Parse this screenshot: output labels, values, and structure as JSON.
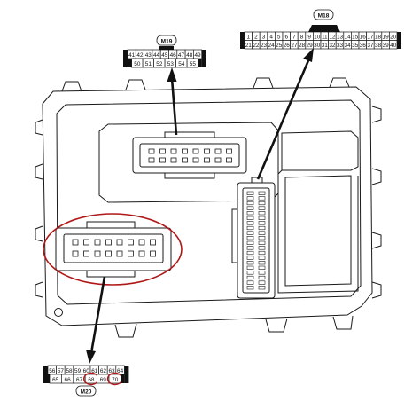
{
  "connectors": {
    "m18": {
      "name": "M18",
      "row_top": [
        "1",
        "2",
        "3",
        "4",
        "5",
        "6",
        "7",
        "8",
        "9",
        "10",
        "11",
        "12",
        "13",
        "14",
        "15",
        "16",
        "17",
        "18",
        "19",
        "20"
      ],
      "row_bottom": [
        "21",
        "22",
        "23",
        "24",
        "25",
        "26",
        "27",
        "28",
        "29",
        "30",
        "31",
        "32",
        "33",
        "34",
        "35",
        "36",
        "37",
        "38",
        "39",
        "40"
      ]
    },
    "m19": {
      "name": "M19",
      "row_top": [
        "41",
        "42",
        "43",
        "44",
        "45",
        "46",
        "47",
        "48",
        "49"
      ],
      "row_bottom": [
        "50",
        "51",
        "52",
        "53",
        "54",
        "55"
      ]
    },
    "m20": {
      "name": "M20",
      "row_top": [
        "56",
        "57",
        "58",
        "59",
        "60",
        "61",
        "62",
        "63",
        "64"
      ],
      "row_bottom": [
        "65",
        "66",
        "67",
        "68",
        "69",
        "70"
      ],
      "highlighted_pins": [
        "68",
        "70"
      ]
    }
  },
  "colors": {
    "line": "#1a1a1a",
    "highlight": "#b01818",
    "connector_fill": "#111111"
  }
}
